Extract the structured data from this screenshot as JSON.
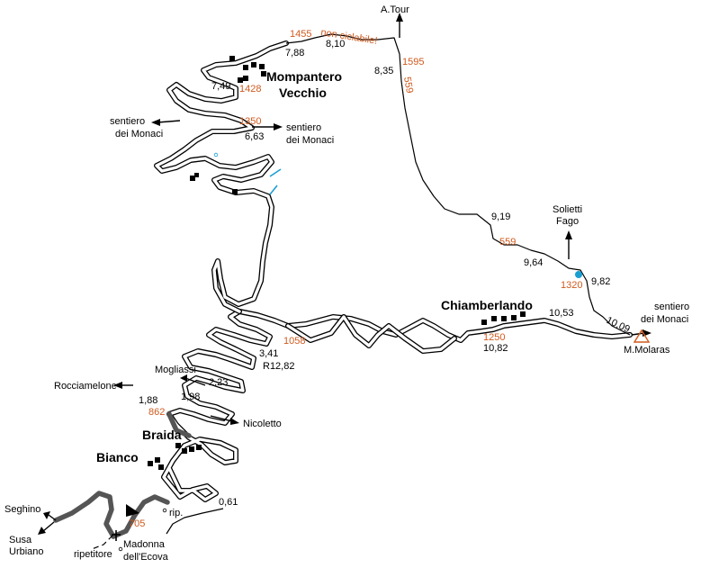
{
  "map": {
    "altitudes": {
      "a1455": "1455",
      "a1428": "1428",
      "a1595": "1595",
      "a1350": "1350",
      "a1320": "1320",
      "a1250": "1250",
      "a1058": "1058",
      "a862": "862",
      "a705": "705",
      "a559a": "559",
      "a559b": "559"
    },
    "non_ciclabile": "non ciclabile!",
    "distances": {
      "d7_88": "7,88",
      "d8_10": "8,10",
      "d8_35": "8,35",
      "d7_49": "7,49",
      "d6_63": "6,63",
      "d9_19": "9,19",
      "d9_64": "9,64",
      "d9_82": "9,82",
      "d10_53": "10,53",
      "d10_09": "10,09",
      "d10_82": "10,82",
      "d3_41": "3,41",
      "dR12_82": "R12,82",
      "d2_23": "2,23",
      "d1_88": "1,88",
      "d1_98": "1,98",
      "d0_61": "0,61"
    },
    "places": {
      "atour": "A.Tour",
      "mompantero": "Mompantero",
      "vecchio": "Vecchio",
      "sentiero_l1": "sentiero",
      "sentiero_l2": "dei Monaci",
      "sentiero_m1": "sentiero",
      "sentiero_m2": "dei Monaci",
      "solietti": "Solietti",
      "fago": "Fago",
      "chiamberlando": "Chiamberlando",
      "sentiero_r1": "sentiero",
      "sentiero_r2": "dei Monaci",
      "molaras": "M.Molaras",
      "mogliassi": "Mogliassi",
      "rocciamelone": "Rocciamelone",
      "nicoletto": "Nicoletto",
      "braida": "Braida",
      "bianco": "Bianco",
      "rip": "rip.",
      "seghino": "Seghino",
      "susa": "Susa",
      "urbiano": "Urbiano",
      "ripetitore": "ripetitore",
      "madonna": "Madonna",
      "ecova": "dell'Ecova"
    },
    "colors": {
      "altitude": "#d05a1e",
      "water": "#1a9fd1",
      "road_dark": "#555555"
    }
  }
}
